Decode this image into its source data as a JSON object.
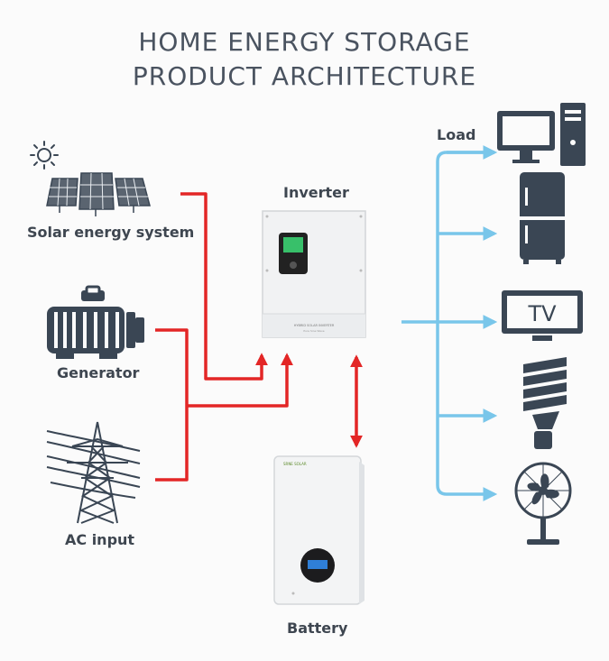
{
  "title": {
    "line1": "HOME ENERGY STORAGE",
    "line2": "PRODUCT ARCHITECTURE"
  },
  "labels": {
    "solar": "Solar energy system",
    "generator": "Generator",
    "ac_input": "AC input",
    "inverter": "Inverter",
    "battery": "Battery",
    "load": "Load"
  },
  "devices": {
    "tv_text": "TV",
    "inverter_panel_text": "HYBRID SOLAR INVERTER",
    "inverter_panel_subtext": "Pure Sine Wave",
    "battery_brand": "SRNE SOLAR"
  },
  "colors": {
    "power_line": "#e32626",
    "load_line": "#79c6ea",
    "icon": "#3a4654"
  },
  "icons": [
    "sun-icon",
    "solar-panel-icon",
    "generator-icon",
    "power-tower-icon",
    "computer-icon",
    "refrigerator-icon",
    "tv-icon",
    "light-bulb-icon",
    "fan-icon"
  ]
}
